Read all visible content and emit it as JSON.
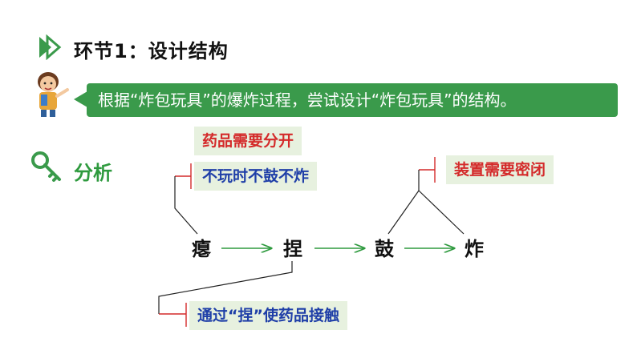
{
  "header": {
    "title": "环节1：设计结构",
    "icon": "play-arrow-icon"
  },
  "speech": {
    "text": "根据“炸包玩具”的爆炸过程，尝试设计“炸包玩具”的结构。"
  },
  "analysis": {
    "label": "分析",
    "icon": "key-icon"
  },
  "tags": {
    "medicine_separate": "药品需要分开",
    "no_play_no_burst": "不玩时不鼓不炸",
    "sealed": "装置需要密闭",
    "pinch_contact": "通过“捏”使药品接触"
  },
  "steps": [
    "瘪",
    "捏",
    "鼓",
    "炸"
  ],
  "colors": {
    "accent_green": "#3a9a4b",
    "tag_red": "#d42a2a",
    "tag_blue": "#1f3fa8",
    "arrow_green": "#2e9a3e",
    "bracket_red": "#d42a2a",
    "tag_bg": "#e7f1df"
  }
}
